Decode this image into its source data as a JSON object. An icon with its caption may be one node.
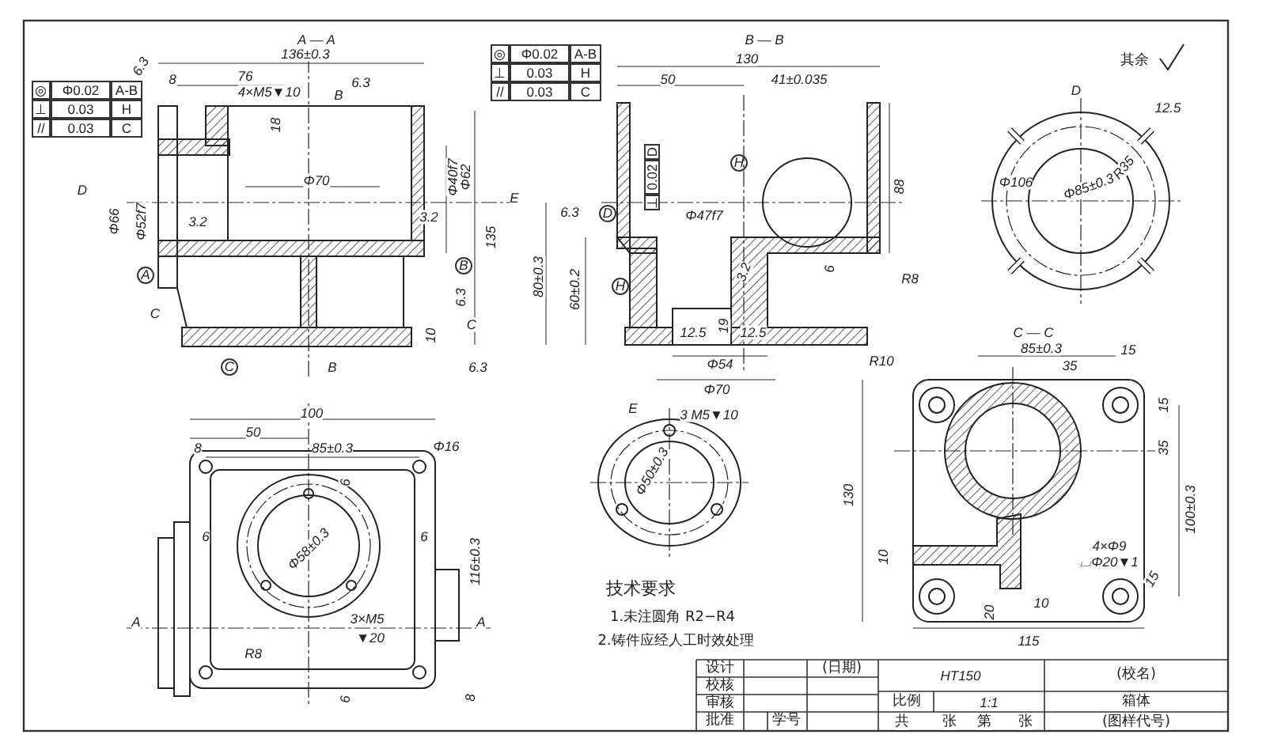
{
  "diagram": {
    "labels": [
      "A — A",
      "136±0.3",
      "6.3",
      "8",
      "76",
      "4×M5▼10",
      "B",
      "6.3",
      "18",
      "◎",
      "Φ0.02",
      "A-B",
      "⊥",
      "0.03",
      "H",
      "//",
      "0.03",
      "C",
      "◎",
      "Φ0.02",
      "A-B",
      "⊥",
      "0.03",
      "H",
      "//",
      "0.03",
      "C",
      "D",
      "Φ66",
      "Φ52f7",
      "3.2",
      "Φ70",
      "3.2",
      "Φ40f7",
      "Φ62",
      "135",
      "E",
      "A",
      "B",
      "6.3",
      "C",
      "C",
      "10",
      "C",
      "B",
      "6.3",
      "B — B",
      "130",
      "50",
      "41±0.035",
      "⊥",
      "0.02",
      "D",
      "H",
      "88",
      "6.3",
      "D",
      "Φ47f7",
      "3.2",
      "80±0.3",
      "60±0.2",
      "H",
      "6",
      "R8",
      "12.5",
      "19",
      "12.5",
      "Φ54",
      "Φ70",
      "其余",
      "D",
      "12.5",
      "Φ106",
      "Φ85±0.3",
      "R35",
      "C — C",
      "85±0.3",
      "15",
      "35",
      "R10",
      "15",
      "35",
      "130",
      "100±0.3",
      "10",
      "4×Φ9",
      "⌴Φ20▼1",
      "15",
      "20",
      "10",
      "115",
      "100",
      "50",
      "8",
      "85±0.3",
      "Φ16",
      "6",
      "6",
      "6",
      "Φ58±0.3",
      "3×M5",
      "▼20",
      "A",
      "A",
      "R8",
      "116±0.3",
      "6",
      "8",
      "E",
      "3 M5▼10",
      "Φ50±0.3",
      "技术要求",
      "1.未注圆角 R2−R4",
      "2.铸件应经人工时效处理",
      "设计",
      "校核",
      "审核",
      "批准",
      "学号",
      "(日期)",
      "HT150",
      "(校名)",
      "比例",
      "1:1",
      "箱体",
      "共",
      "张",
      "第",
      "张",
      "(图样代号)"
    ]
  }
}
